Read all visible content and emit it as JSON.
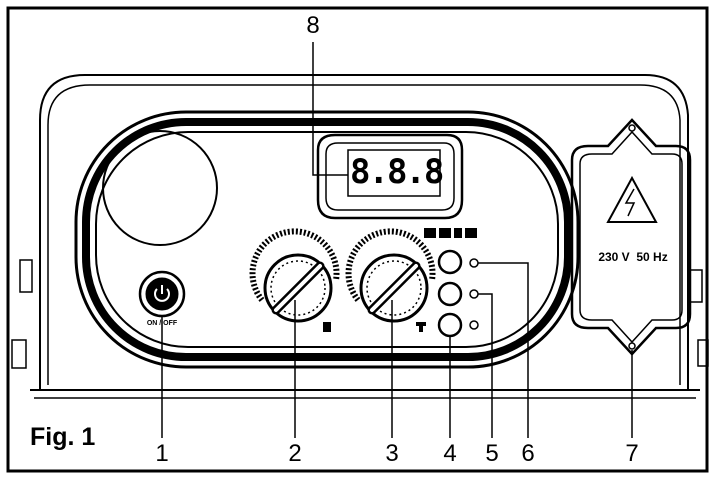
{
  "figure": {
    "label": "Fig. 1",
    "display_value": "8.8.8",
    "power_switch_label": "ON / OFF",
    "voltage_label": "230 V  50 Hz",
    "callouts": [
      "1",
      "2",
      "3",
      "4",
      "5",
      "6",
      "7",
      "8"
    ],
    "icons": {
      "power": "power-symbol-icon",
      "heating_knob": "radiator-icon",
      "dhw_knob": "tap-icon",
      "mode_buttons": "mode-selection-icons",
      "warning": "high-voltage-warning-icon"
    },
    "colors": {
      "ink": "#000000",
      "background": "#ffffff"
    }
  }
}
